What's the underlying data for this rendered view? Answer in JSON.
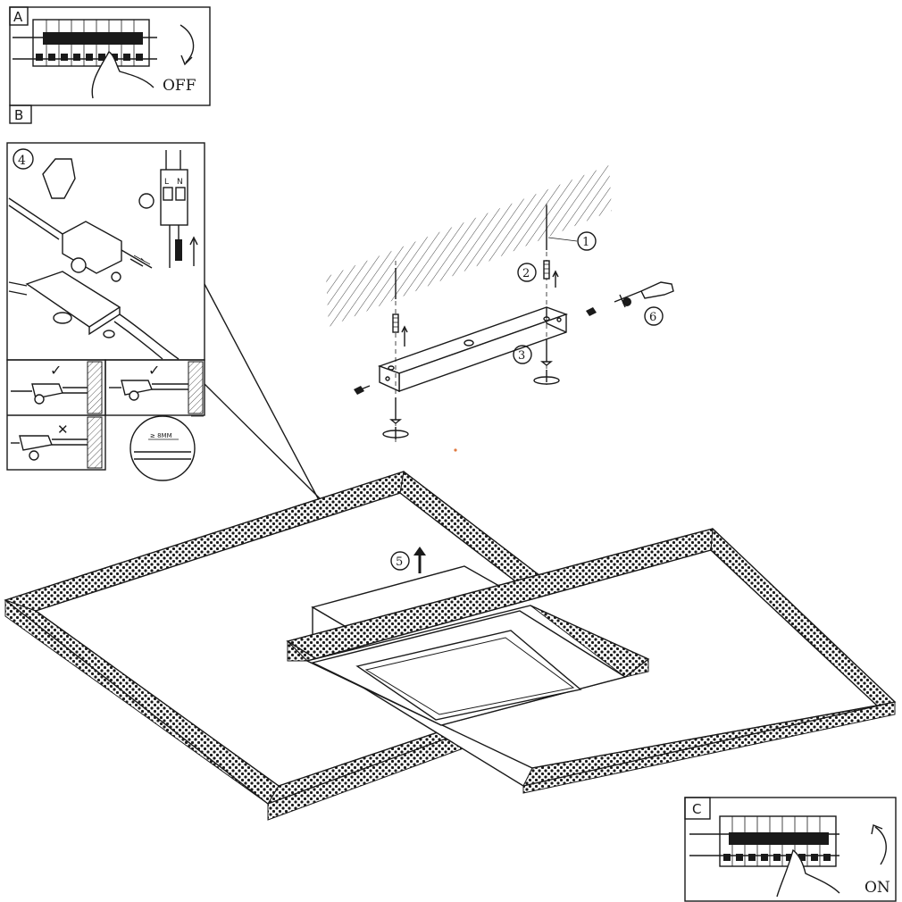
{
  "panel_a": {
    "letter": "A",
    "state_label": "OFF"
  },
  "panel_b": {
    "letter": "B"
  },
  "panel_c": {
    "letter": "C",
    "state_label": "ON"
  },
  "wiring_inset": {
    "step_number": "4",
    "terminal_label_L": "L",
    "terminal_label_N": "N",
    "correct_mark": "✓",
    "wrong_mark": "✕",
    "strip_length_label": "≥ 8MM"
  },
  "steps": {
    "step1": "1",
    "step2": "2",
    "step3": "3",
    "step5": "5",
    "step6": "6"
  },
  "colors": {
    "line": "#1a1a1a",
    "background": "#ffffff",
    "accent_dot": "#e07a40"
  }
}
